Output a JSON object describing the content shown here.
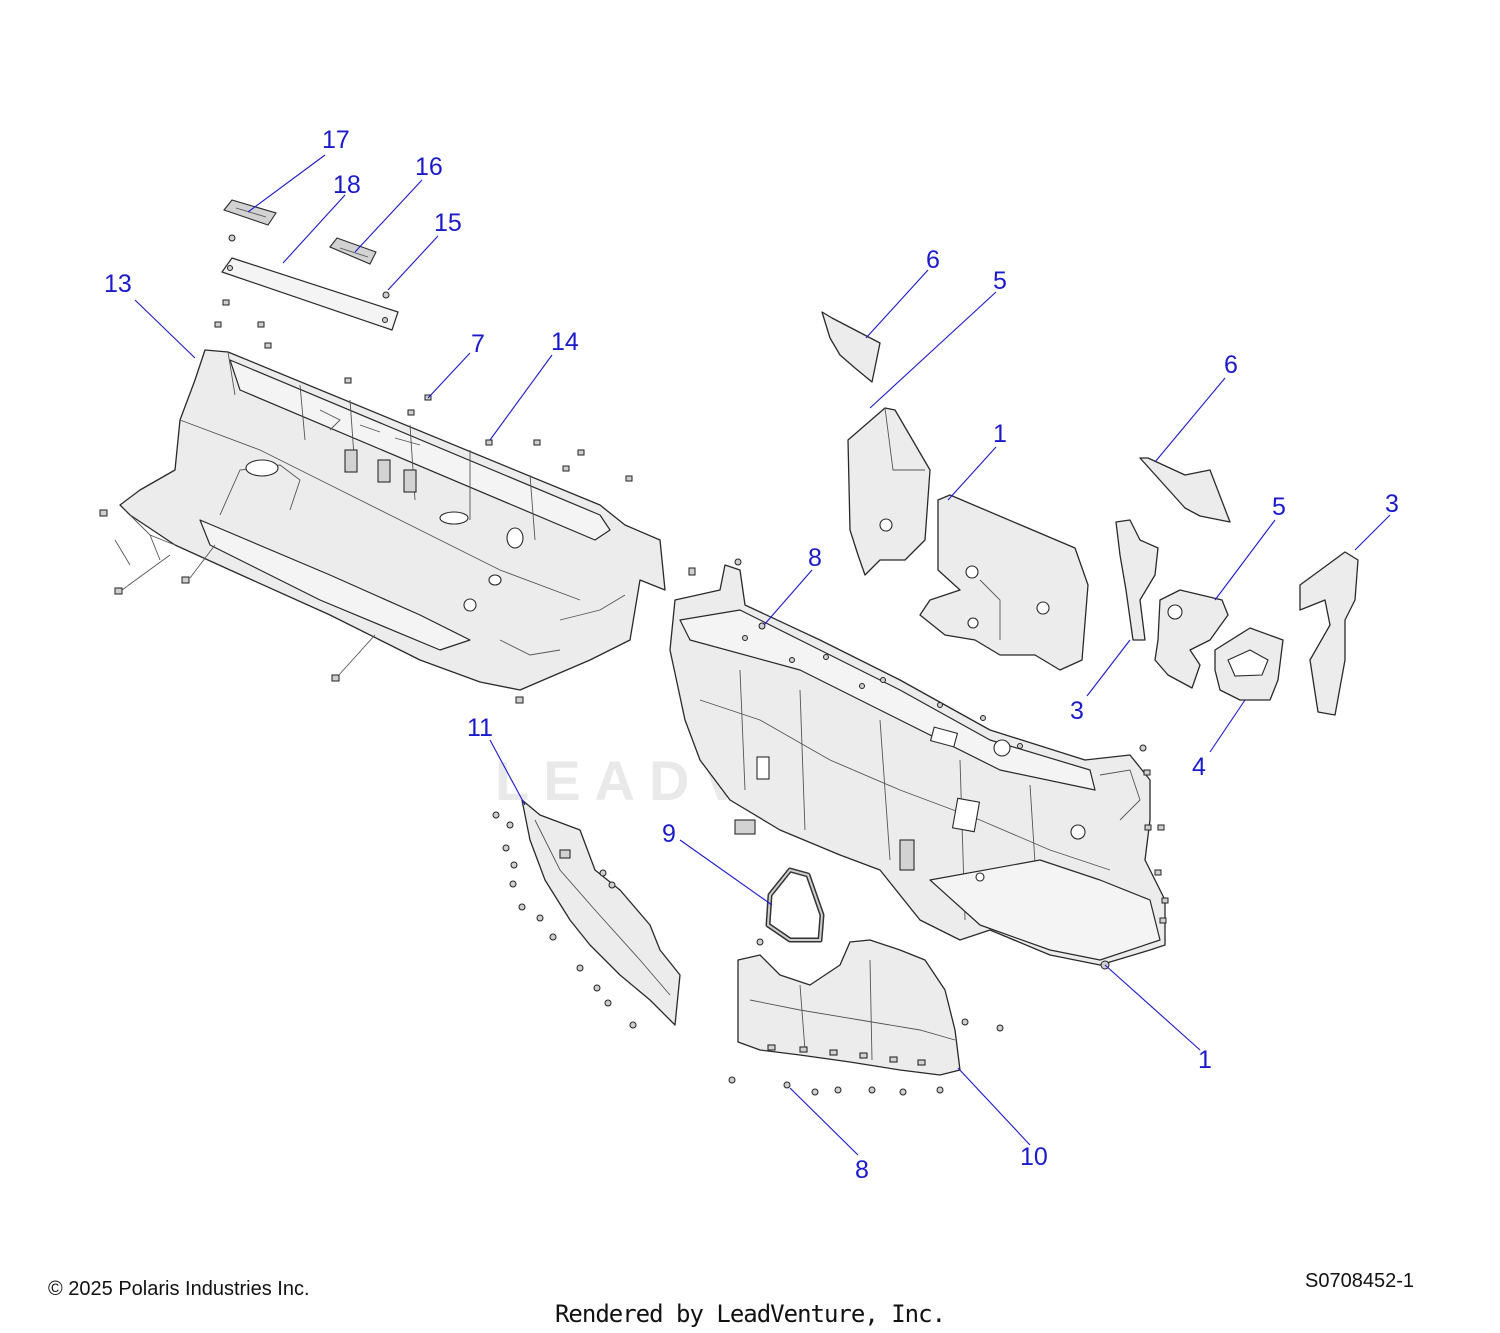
{
  "diagram": {
    "callouts": [
      {
        "id": "c17",
        "label": "17"
      },
      {
        "id": "c18",
        "label": "18"
      },
      {
        "id": "c16",
        "label": "16"
      },
      {
        "id": "c15",
        "label": "15"
      },
      {
        "id": "c13",
        "label": "13"
      },
      {
        "id": "c7",
        "label": "7"
      },
      {
        "id": "c14",
        "label": "14"
      },
      {
        "id": "c6a",
        "label": "6"
      },
      {
        "id": "c5a",
        "label": "5"
      },
      {
        "id": "c1a",
        "label": "1"
      },
      {
        "id": "c6b",
        "label": "6"
      },
      {
        "id": "c5b",
        "label": "5"
      },
      {
        "id": "c3a",
        "label": "3"
      },
      {
        "id": "c8a",
        "label": "8"
      },
      {
        "id": "c3b",
        "label": "3"
      },
      {
        "id": "c4",
        "label": "4"
      },
      {
        "id": "c11",
        "label": "11"
      },
      {
        "id": "c9",
        "label": "9"
      },
      {
        "id": "c1b",
        "label": "1"
      },
      {
        "id": "c10",
        "label": "10"
      },
      {
        "id": "c8b",
        "label": "8"
      }
    ],
    "watermark": "LEADVENTURE"
  },
  "footer": {
    "copyright": "© 2025 Polaris Industries Inc.",
    "part_number": "S0708452-1",
    "rendered_by": "Rendered by LeadVenture, Inc."
  },
  "colors": {
    "callout": "#1a1acc",
    "part_fill": "#ececec",
    "outline": "#2a2a2a"
  }
}
